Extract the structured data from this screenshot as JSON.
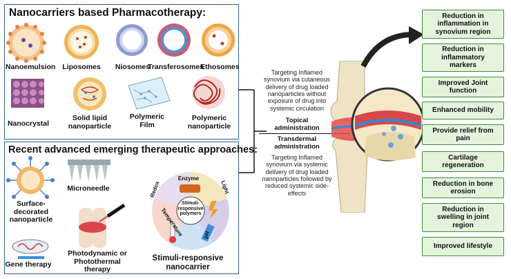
{
  "top_panel": {
    "title": "Nanocarriers based Pharmacotherapy:",
    "items": [
      "Nanoemulsion",
      "Liposomes",
      "Niosomes",
      "Transferosomes",
      "Ethosomes",
      "Nanocrystal",
      "Solid lipid\nnanoparticle",
      "Polymeric\nFilm",
      "Polymeric\nnanoparticle"
    ]
  },
  "bottom_panel": {
    "title": "Recent advanced emerging therapeutic approaches:",
    "items": [
      "Surface-\ndecorated\nnanoparticle",
      "Microneedle",
      "Gene therapy",
      "Photodynamic or\nPhotothermal\ntherapy",
      "Stimuli-responsive\nnanocarrier"
    ],
    "wheel": {
      "center": "Stimuli-\nresponsive\npolymers",
      "segments": [
        "Enzyme",
        "Light",
        "pH",
        "Temperature",
        "Redox"
      ]
    }
  },
  "middle": {
    "topical_desc": "Targeting Inflamed\nsynovium via cutaneous\ndelivery of drug loaded\nnanoparticles without\nexposure of drug into\nsystemic circulation",
    "topical_label": "Topical\nadministration",
    "transdermal_label": "Transdermal\nadministration",
    "transdermal_desc": "Targeting Inflamed\nsynovium via systemic\ndelivery of drug loaded\nnanoparticles followed by\nreduced systemic side-\neffects"
  },
  "outcomes": [
    "Reduction in\ninflammation in\nsynovium region",
    "Reduction in\ninflammatory\nmarkers",
    "Improved Joint\nfunction",
    "Enhanced mobility",
    "Provide relief from\npain",
    "Cartilage\nregeneration",
    "Reduction in bone\nerosion",
    "Reduction in\nswelling in joint\nregion",
    "Improved lifestyle"
  ],
  "colors": {
    "panel_border": "#2f5f9b",
    "outcome_fill": "#e4f3dc",
    "outcome_border": "#3c8b3a"
  }
}
